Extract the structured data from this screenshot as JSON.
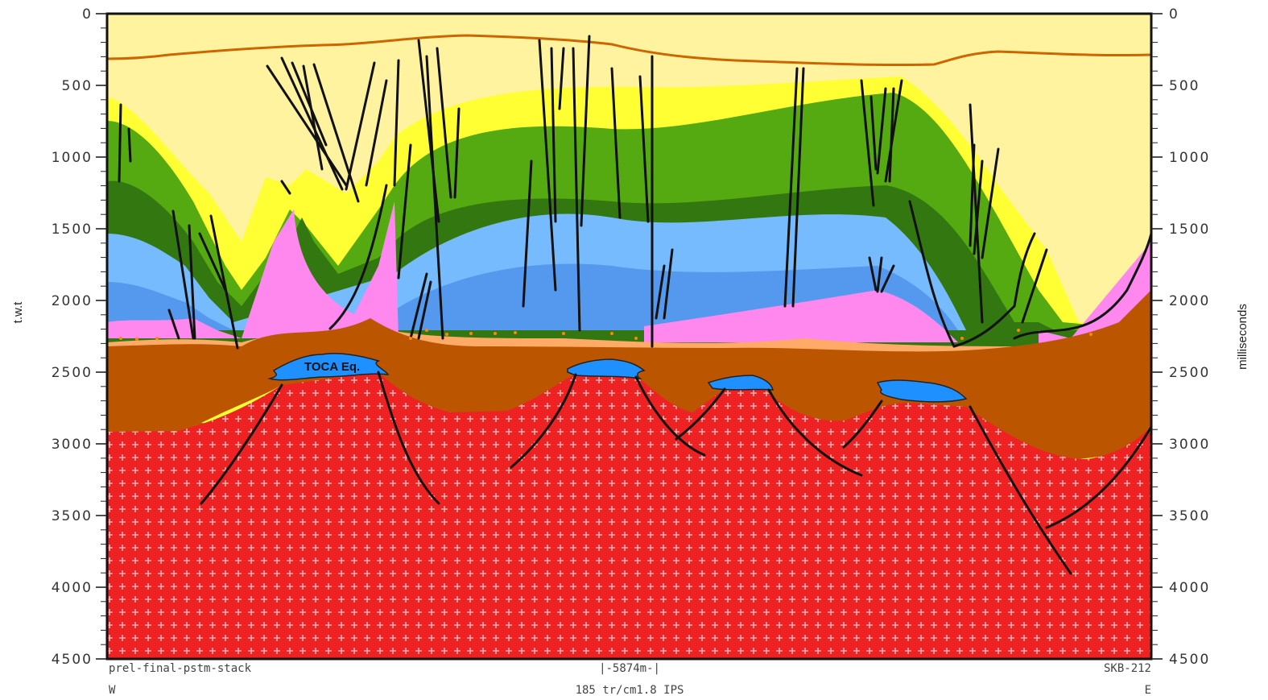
{
  "axes": {
    "left_ticks": [
      "0",
      "500",
      "1000",
      "1500",
      "2000",
      "2500",
      "3000",
      "3500",
      "4000",
      "4500"
    ],
    "right_ticks": [
      "0",
      "500",
      "1000",
      "1500",
      "2000",
      "2500",
      "3000",
      "3500",
      "4000",
      "4500"
    ],
    "left_title": "t.w.t",
    "right_title": "milliseconds",
    "range_ms": [
      0,
      4500
    ]
  },
  "footer": {
    "left_top": "prel-final-pstm-stack",
    "left_bottom": "W",
    "center_top": "|-5874m-|",
    "center_bottom": "185 tr/cm1.8 IPS",
    "right_top": "SKB-212",
    "right_bottom": "E"
  },
  "annotations": {
    "toca": "TOCA Eq."
  },
  "colors": {
    "sky_yellow": "#FFF3A0",
    "yellow": "#FFFF33",
    "green": "#55AA11",
    "dark_green": "#337711",
    "light_blue": "#77BBFF",
    "mid_blue": "#5599EE",
    "pink": "#FF88EE",
    "orange_top": "#CC6600",
    "salmon": "#FFAA66",
    "brown": "#BB5500",
    "basement_red": "#EE2222",
    "carbonate_blue": "#1E90FF"
  }
}
